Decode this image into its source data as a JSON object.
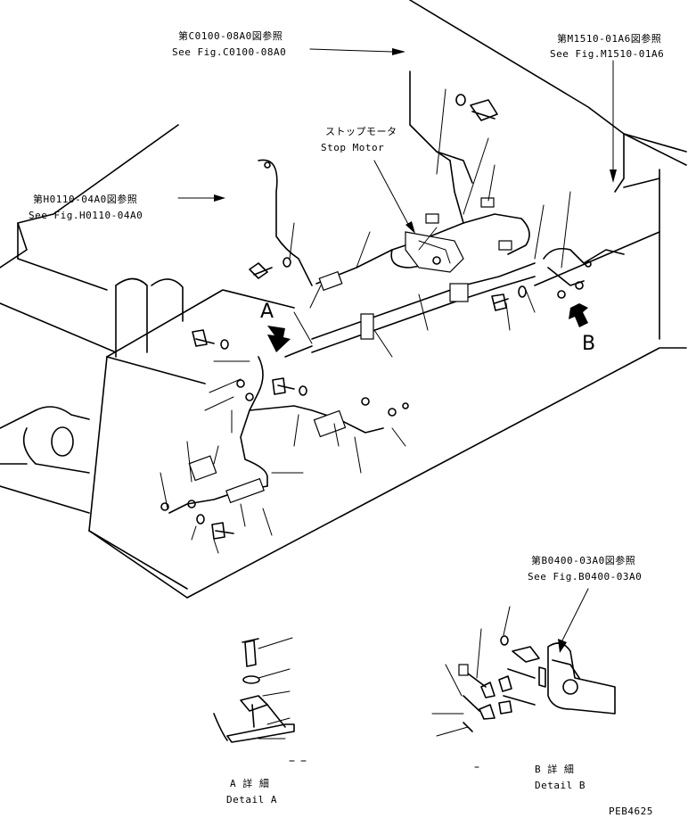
{
  "refs": {
    "c0100_jp": "第C0100-08A0図参照",
    "c0100_en": "See Fig.C0100-08A0",
    "m1510_jp": "第M1510-01A6図参照",
    "m1510_en": "See Fig.M1510-01A6",
    "h0110_jp": "第H0110-04A0図参照",
    "h0110_en": "See Fig.H0110-04A0",
    "b0400_jp": "第B0400-03A0図参照",
    "b0400_en": "See Fig.B0400-03A0"
  },
  "stop_motor": {
    "jp": "ストップモータ",
    "en": "Stop Motor"
  },
  "markers": {
    "a": "A",
    "b": "B"
  },
  "details": {
    "a_jp": "A 詳 細",
    "a_en": "Detail A",
    "b_jp": "B 詳 細",
    "b_en": "Detail B"
  },
  "drawing_no": "PEB4625"
}
